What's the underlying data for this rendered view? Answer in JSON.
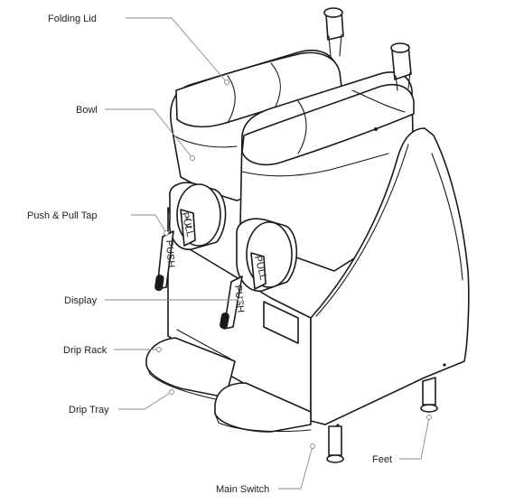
{
  "labels": {
    "folding_lid": "Folding Lid",
    "bowl": "Bowl",
    "push_pull_tap": "Push & Pull Tap",
    "display": "Display",
    "drip_rack": "Drip Rack",
    "drip_tray": "Drip Tray",
    "main_switch": "Main Switch",
    "feet": "Feet"
  },
  "tap_text": {
    "push": "PUSH",
    "pull": "PULL"
  },
  "colors": {
    "line": "#1a1a1a",
    "leader": "#8a8a8a",
    "text": "#222222",
    "background": "#ffffff"
  }
}
